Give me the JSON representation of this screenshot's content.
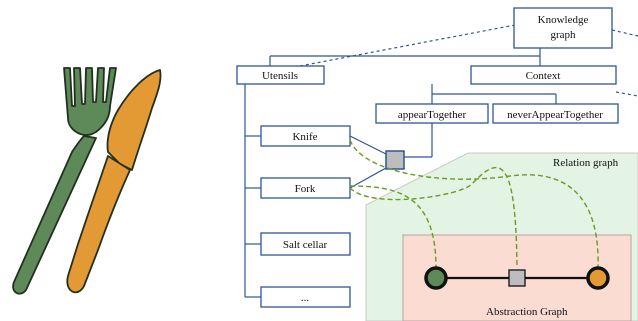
{
  "colors": {
    "box_border": "#2e5597",
    "relation_area_fill": "#e4f4e4",
    "abstraction_area_fill": "#fadcd2",
    "fork_green": "#5e8a5a",
    "knife_orange": "#e39a34",
    "link_green_dashed": "#6b9a22",
    "node_gray": "#bdbdbd"
  },
  "icons": {
    "fork": "fork-icon",
    "knife": "knife-icon"
  },
  "tree": {
    "root": "Knowledge graph",
    "root_line1": "Knowledge",
    "root_line2": "graph",
    "utensils": "Utensils",
    "context": "Context",
    "relations": [
      "appearTogether",
      "neverAppearTogether"
    ],
    "items": [
      "Knife",
      "Fork",
      "Salt cellar",
      "..."
    ]
  },
  "regions": {
    "relation_graph": "Relation graph",
    "abstraction_graph": "Abstraction Graph"
  }
}
